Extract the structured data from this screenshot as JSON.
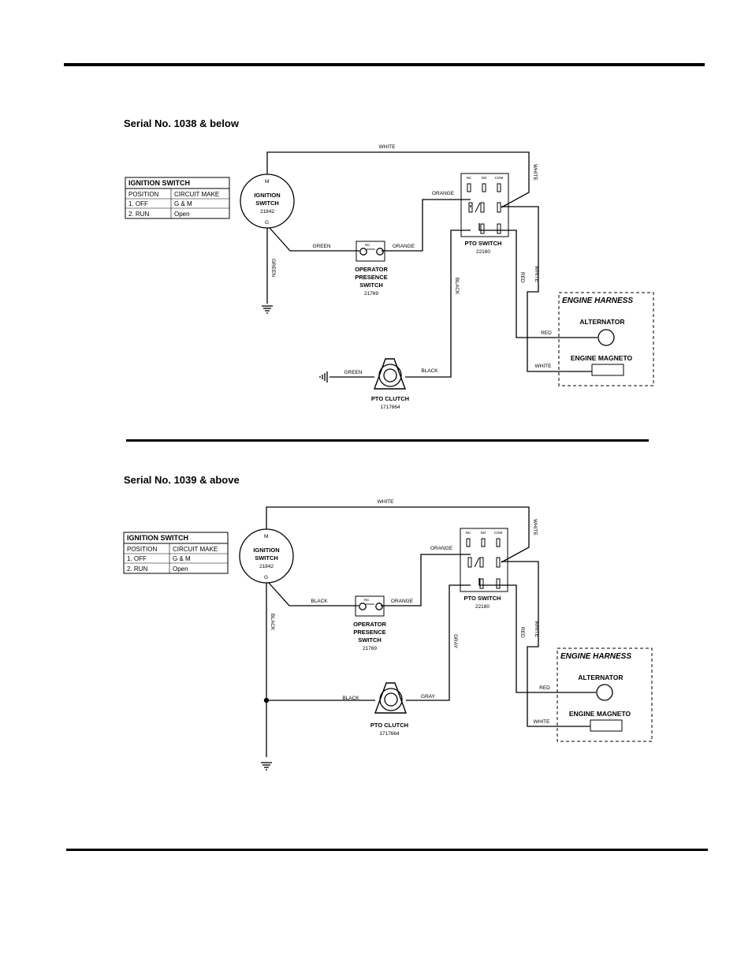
{
  "diagrams": [
    {
      "title": "Serial No. 1038 & below",
      "table": {
        "header": "IGNITION SWITCH",
        "col1": "POSITION",
        "col2": "CIRCUIT MAKE",
        "rows": [
          [
            "1. OFF",
            "G & M"
          ],
          [
            "2. RUN",
            "Open"
          ]
        ]
      },
      "ignition": {
        "label1": "IGNITION",
        "label2": "SWITCH",
        "part": "21842",
        "term_m": "M",
        "term_g": "G"
      },
      "operator": {
        "l1": "OPERATOR",
        "l2": "PRESENCE",
        "l3": "SWITCH",
        "part": "21769",
        "nc": "NC"
      },
      "pto_switch": {
        "label": "PTO SWITCH",
        "part": "22180",
        "nc": "NC",
        "no": "NO",
        "com": "COM"
      },
      "pto_clutch": {
        "label": "PTO CLUTCH",
        "part": "1717664"
      },
      "harness": {
        "title": "ENGINE HARNESS",
        "alternator": "ALTERNATOR",
        "magneto": "ENGINE MAGNETO"
      },
      "wires": {
        "top": "WHITE",
        "right_top": "WHITE",
        "ign_opr": "GREEN",
        "opr_pto": "ORANGE",
        "pto_orange": "ORANGE",
        "ground": "GREEN",
        "pto_clutch": "BLACK",
        "red_v": "RED",
        "white_v": "WHITE",
        "red_h": "RED",
        "white_h": "WHITE",
        "clutch_out": "BLACK",
        "clutch_gnd": "GREEN"
      }
    },
    {
      "title": "Serial No. 1039 & above",
      "table": {
        "header": "IGNITION SWITCH",
        "col1": "POSITION",
        "col2": "CIRCUIT MAKE",
        "rows": [
          [
            "1. OFF",
            "G & M"
          ],
          [
            "2. RUN",
            "Open"
          ]
        ]
      },
      "ignition": {
        "label1": "IGNITION",
        "label2": "SWITCH",
        "part": "21842",
        "term_m": "M",
        "term_g": "G"
      },
      "operator": {
        "l1": "OPERATOR",
        "l2": "PRESENCE",
        "l3": "SWITCH",
        "part": "21769",
        "nc": "NC"
      },
      "pto_switch": {
        "label": "PTO SWITCH",
        "part": "22180",
        "nc": "NC",
        "no": "NO",
        "com": "COM"
      },
      "pto_clutch": {
        "label": "PTO CLUTCH",
        "part": "1717664"
      },
      "harness": {
        "title": "ENGINE HARNESS",
        "alternator": "ALTERNATOR",
        "magneto": "ENGINE MAGNETO"
      },
      "wires": {
        "top": "WHITE",
        "right_top": "WHITE",
        "ign_opr": "BLACK",
        "opr_pto": "ORANGE",
        "pto_orange": "ORANGE",
        "ground": "BLACK",
        "pto_clutch": "GRAY",
        "red_v": "RED",
        "white_v": "WHITE",
        "red_h": "RED",
        "white_h": "WHITE",
        "clutch_out": "GRAY",
        "clutch_gnd": "BLACK"
      }
    }
  ]
}
